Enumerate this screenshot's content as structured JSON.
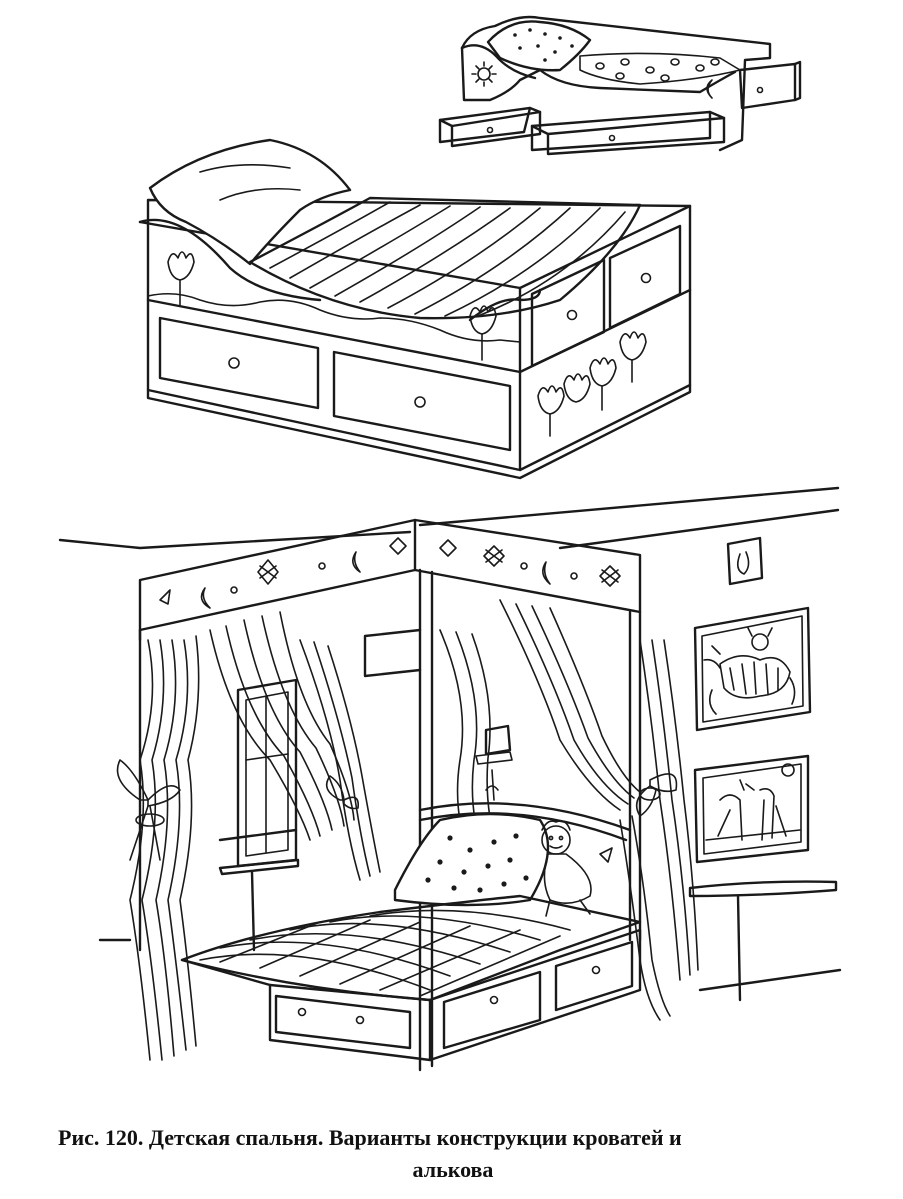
{
  "caption": {
    "line1": "Рис. 120. Детская спальня. Варианты конструкции кроватей и",
    "line2": "алькова"
  },
  "illustrations": [
    "small-bed-with-drawers",
    "box-bed-with-tulip-decor",
    "canopy-bed-alcove"
  ],
  "colors": {
    "ink": "#1a1a1a",
    "paper": "#ffffff"
  }
}
